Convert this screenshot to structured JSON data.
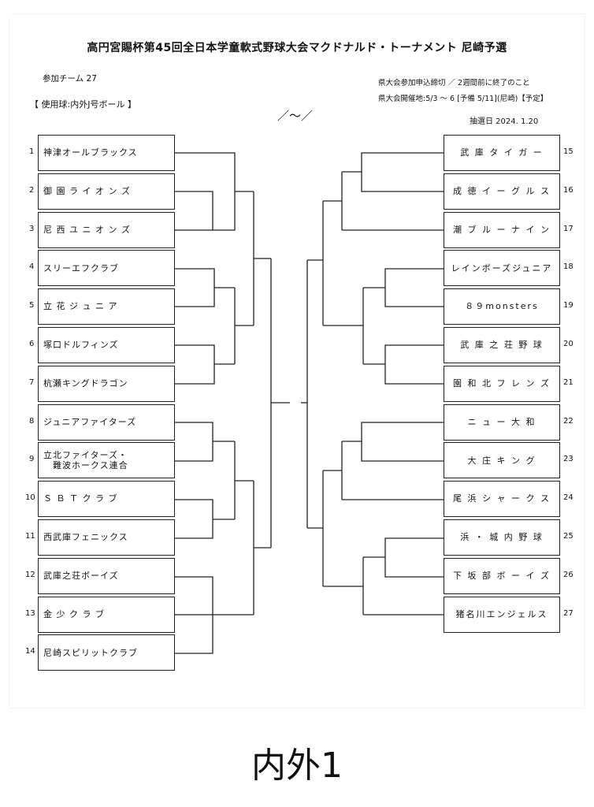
{
  "header": {
    "title": "高円宮賜杯第45回全日本学童軟式野球大会マクドナルド・トーナメント 尼崎予選",
    "participants": "参加チーム 27",
    "ball": "【 使用球:内外J号ボール 】",
    "center_mark": "／～／",
    "deadline": "県大会参加申込締切 ／ 2週間前に終了のこと",
    "venue": "県大会開催地:5/3 ～ 6 [予備 5/11](尼崎)【予定】",
    "draw_date": "抽選日 2024. 1.20"
  },
  "left_teams": [
    {
      "num": "1",
      "name": "神津オールブラックス"
    },
    {
      "num": "2",
      "name": "御 園 ラ イ オ ン ズ"
    },
    {
      "num": "3",
      "name": "尼 西 ユ ニ オ ン ズ"
    },
    {
      "num": "4",
      "name": "スリーエフクラブ"
    },
    {
      "num": "5",
      "name": "立 花 ジ ュ ニ ア"
    },
    {
      "num": "6",
      "name": "塚口ドルフィンズ"
    },
    {
      "num": "7",
      "name": "杭瀬キングドラゴン"
    },
    {
      "num": "8",
      "name": "ジュニアファイターズ"
    },
    {
      "num": "9",
      "name": "立北ファイターズ・\n　難波ホークス連合"
    },
    {
      "num": "10",
      "name": "Ｓ Ｂ Ｔ ク ラ ブ"
    },
    {
      "num": "11",
      "name": "西武庫フェニックス"
    },
    {
      "num": "12",
      "name": "武庫之荘ボーイズ"
    },
    {
      "num": "13",
      "name": "金 少 ク ラ ブ"
    },
    {
      "num": "14",
      "name": "尼崎スピリットクラブ"
    }
  ],
  "right_teams": [
    {
      "num": "15",
      "name": "武 庫 タ イ ガ ー"
    },
    {
      "num": "16",
      "name": "成 徳 イ ー グ ル ス"
    },
    {
      "num": "17",
      "name": "潮 ブ ル ー ナ イ ン"
    },
    {
      "num": "18",
      "name": "レインボーズジュニア"
    },
    {
      "num": "19",
      "name": "８９monsters"
    },
    {
      "num": "20",
      "name": "武 庫 之 荘 野 球"
    },
    {
      "num": "21",
      "name": "園 和 北 フ レ ン ズ"
    },
    {
      "num": "22",
      "name": "ニ ュ ー 大 和"
    },
    {
      "num": "23",
      "name": "大 庄 キ ン グ"
    },
    {
      "num": "24",
      "name": "尾 浜 シ ャ ー ク ス"
    },
    {
      "num": "25",
      "name": "浜 ・ 城 内 野 球"
    },
    {
      "num": "26",
      "name": "下 坂 部 ボ ー イ ズ"
    },
    {
      "num": "27",
      "name": "猪名川エンジェルス"
    }
  ],
  "handwritten_label": "内外1"
}
